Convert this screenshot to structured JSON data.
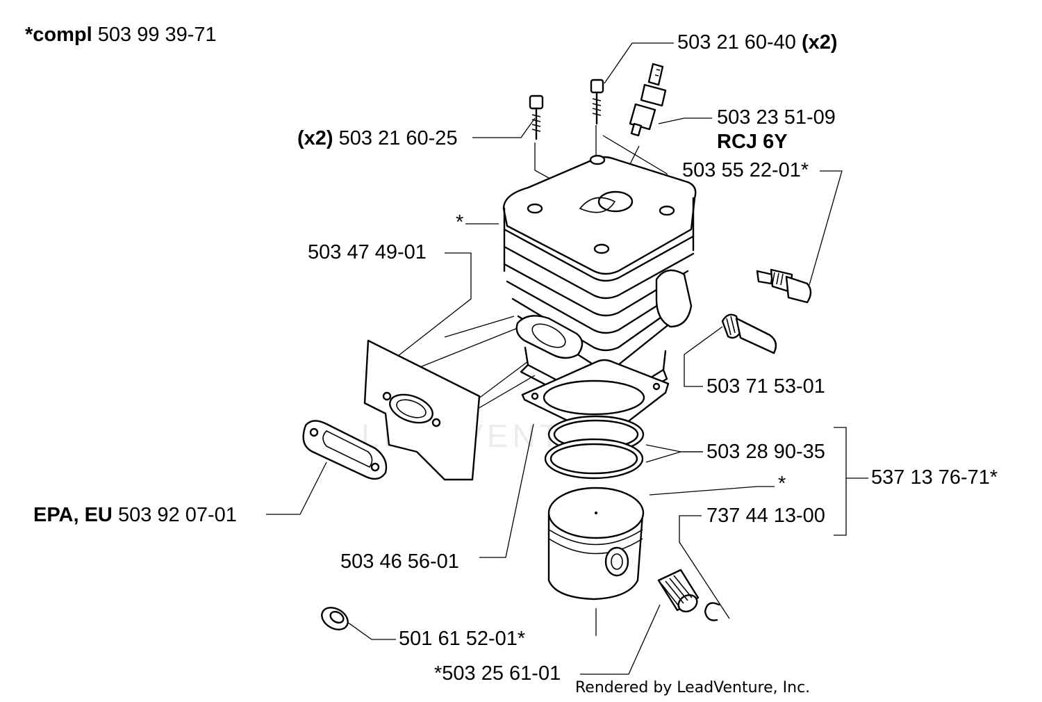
{
  "labels": {
    "compl_prefix": "*compl",
    "compl_number": "503 99 39-71",
    "screw_top": "503 21 60-40",
    "screw_top_qty": "(x2)",
    "screw_left_qty": "(x2)",
    "screw_left": "503 21 60-25",
    "spark_plug": "503 23 51-09",
    "spark_plug_type": "RCJ 6Y",
    "decomp_valve": "503 55 22-01*",
    "asterisk_cylinder": "*",
    "plate": "503 47 49-01",
    "valve": "503 71 53-01",
    "rings": "503 28 90-35",
    "piston_kit": "537 13 76-71*",
    "asterisk_piston": "*",
    "gasket_prefix": "EPA, EU",
    "gasket": "503 92 07-01",
    "circlip": "737 44 13-00",
    "base_gasket": "503 46 56-01",
    "plug": "501 61 52-01*",
    "bearing": "*503 25 61-01"
  },
  "footer": "Rendered by LeadVenture, Inc.",
  "watermark": "LEADVENTURE"
}
